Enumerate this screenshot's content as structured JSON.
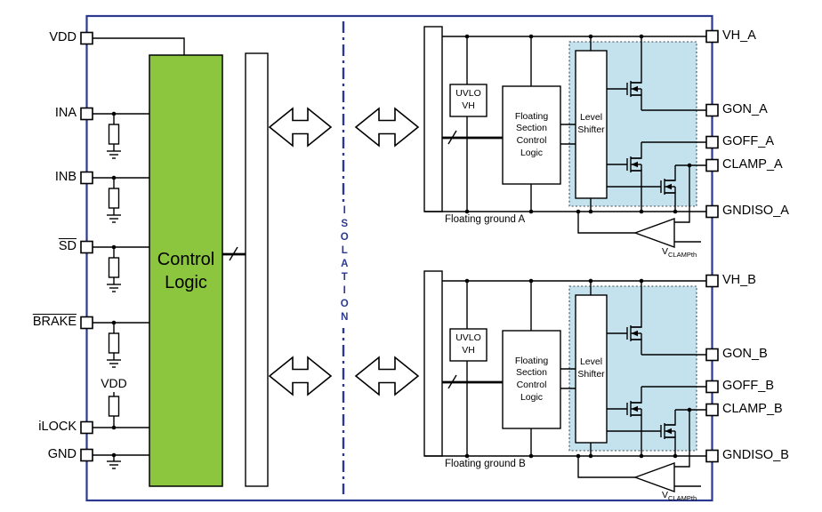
{
  "diagram": {
    "left_pins": [
      {
        "label": "VDD"
      },
      {
        "label": "INA"
      },
      {
        "label": "INB"
      },
      {
        "label": "SD",
        "overline": true
      },
      {
        "label": "BRAKE",
        "overline": true
      },
      {
        "label": "iLOCK"
      },
      {
        "label": "GND"
      }
    ],
    "right_pins": [
      {
        "label": "VH_A"
      },
      {
        "label": "GON_A"
      },
      {
        "label": "GOFF_A"
      },
      {
        "label": "CLAMP_A"
      },
      {
        "label": "GNDISO_A"
      },
      {
        "label": "VH_B"
      },
      {
        "label": "GON_B"
      },
      {
        "label": "GOFF_B"
      },
      {
        "label": "CLAMP_B"
      },
      {
        "label": "GNDISO_B"
      }
    ],
    "blocks": {
      "control_logic": "Control\nLogic",
      "uvlo": "UVLO\nVH",
      "floating_section": "Floating\nSection\nControl\nLogic",
      "level_shifter": "Level\nShifter"
    },
    "labels": {
      "isolation": "ISOLATION",
      "floating_ground_a": "Floating ground A",
      "floating_ground_b": "Floating ground B",
      "internal_vdd": "VDD",
      "vclamp_main": "V",
      "vclamp_sub": "CLAMPth"
    },
    "colors": {
      "border": "#2B3990",
      "isolation": "#2B3990",
      "control_logic_fill": "#8CC63F",
      "gate_region_fill": "#C3E2EE"
    },
    "icons": {
      "bidirectional_arrow": "hollow double-headed block arrow",
      "mosfet": "n-channel MOSFET symbol",
      "resistor": "resistor rectangle",
      "ground": "ground symbol",
      "comparator": "left-pointing comparator triangle",
      "bus_slash": "bus-width slash marker"
    }
  }
}
